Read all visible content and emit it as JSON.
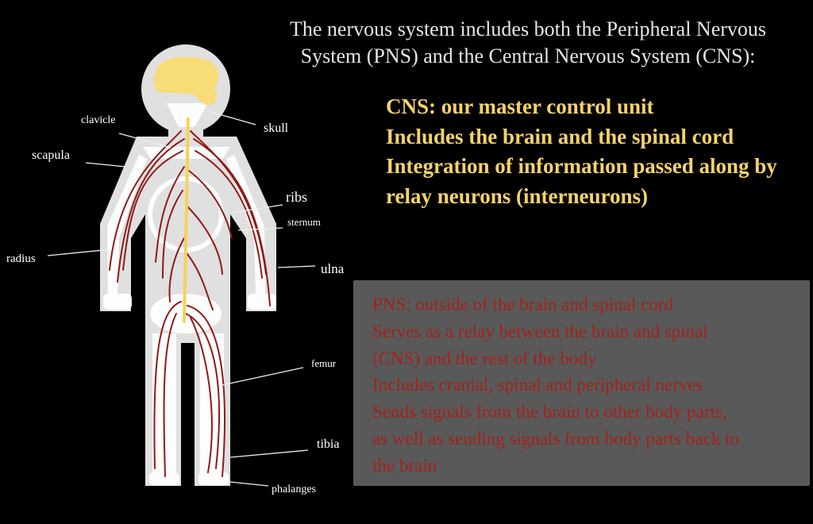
{
  "title": {
    "line1": "The nervous system includes both the Peripheral Nervous",
    "line2": "System (PNS) and the Central Nervous System (CNS):"
  },
  "cns": {
    "lines": [
      "CNS: our master control unit",
      "Includes the brain and the spinal cord",
      "Integration of information passed along by",
      "relay neurons (interneurons)"
    ]
  },
  "pns": {
    "lines": [
      "PNS: outside of the brain and spinal cord",
      "Serves as a relay between the brain and spinal",
      "(CNS) and the rest of the body",
      "Includes cranial, spinal and peripheral nerves",
      "Sends signals from the brain to other body parts,",
      "as well as sending signals from body parts back to",
      "the brain"
    ]
  },
  "figure": {
    "labels": {
      "clavicle": "clavicle",
      "skull": "skull",
      "scapula": "scapula",
      "ribs": "ribs",
      "sternum": "sternum",
      "radius": "radius",
      "ulna": "ulna",
      "femur": "femur",
      "tibia": "tibia",
      "phalanges": "phalanges"
    }
  },
  "colors": {
    "background": "#000000",
    "cns_text": "#f5d36a",
    "pns_text": "#a3221b",
    "pns_box": "#595959",
    "nerve": "#8e1b17",
    "brain": "#f7dc78"
  }
}
